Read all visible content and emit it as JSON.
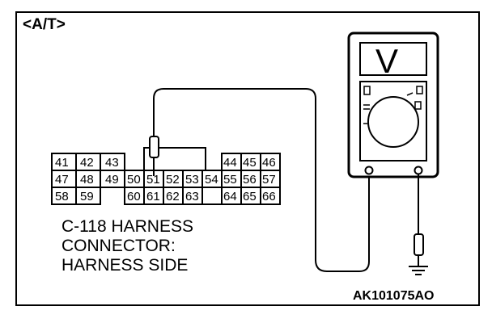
{
  "figure": {
    "title": "<A/T>",
    "figure_code": "AK101075AO",
    "connector_label": [
      "C-118 HARNESS",
      "CONNECTOR:",
      "HARNESS SIDE"
    ]
  },
  "meter": {
    "display_symbol": "V"
  },
  "connector": {
    "pins": {
      "p41": "41",
      "p42": "42",
      "p43": "43",
      "p44": "44",
      "p45": "45",
      "p46": "46",
      "p47": "47",
      "p48": "48",
      "p49": "49",
      "p50": "50",
      "p51": "51",
      "p52": "52",
      "p53": "53",
      "p54": "54",
      "p55": "55",
      "p56": "56",
      "p57": "57",
      "p58": "58",
      "p59": "59",
      "p60": "60",
      "p61": "61",
      "p62": "62",
      "p63": "63",
      "p64": "64",
      "p65": "65",
      "p66": "66"
    }
  }
}
